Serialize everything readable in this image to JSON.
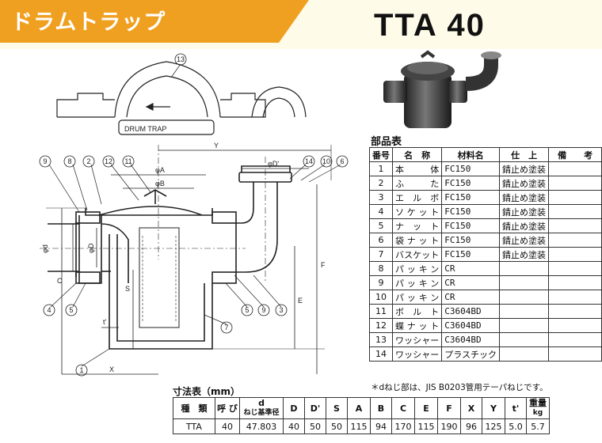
{
  "header": {
    "title": "ドラムトラップ",
    "model": "TTA  40",
    "banner_color": "#f0a020",
    "band_color": "#fffbe9"
  },
  "drawing": {
    "top_label": "DRUM  TRAP",
    "callouts": [
      "13",
      "9",
      "8",
      "2",
      "12",
      "11",
      "14",
      "10",
      "6",
      "4",
      "5",
      "5",
      "9",
      "3",
      "7",
      "1"
    ],
    "dim_labels": {
      "Y": "Y",
      "A": "φA",
      "B": "φB",
      "D_prime": "φD'",
      "d": "φd",
      "D": "φD",
      "C": "C",
      "S": "S",
      "F": "F",
      "E": "E",
      "t_prime": "t'",
      "X": "X"
    }
  },
  "parts": {
    "title": "部品表",
    "headers": [
      "番号",
      "名　称",
      "材料名",
      "仕　上",
      "備　　考"
    ],
    "rows": [
      {
        "no": "1",
        "name": "本　体",
        "material": "FC150",
        "finish": "錆止め塗装",
        "note": ""
      },
      {
        "no": "2",
        "name": "ふ　た",
        "material": "FC150",
        "finish": "錆止め塗装",
        "note": ""
      },
      {
        "no": "3",
        "name": "エルボ",
        "material": "FC150",
        "finish": "錆止め塗装",
        "note": ""
      },
      {
        "no": "4",
        "name": "ソケット",
        "material": "FC150",
        "finish": "錆止め塗装",
        "note": ""
      },
      {
        "no": "5",
        "name": "ナット",
        "material": "FC150",
        "finish": "錆止め塗装",
        "note": ""
      },
      {
        "no": "6",
        "name": "袋ナット",
        "material": "FC150",
        "finish": "錆止め塗装",
        "note": ""
      },
      {
        "no": "7",
        "name": "バスケット",
        "material": "FC150",
        "finish": "錆止め塗装",
        "note": ""
      },
      {
        "no": "8",
        "name": "パッキン",
        "material": "CR",
        "finish": "",
        "note": ""
      },
      {
        "no": "9",
        "name": "パッキン",
        "material": "CR",
        "finish": "",
        "note": ""
      },
      {
        "no": "10",
        "name": "パッキン",
        "material": "CR",
        "finish": "",
        "note": ""
      },
      {
        "no": "11",
        "name": "ボルト",
        "material": "C3604BD",
        "finish": "",
        "note": ""
      },
      {
        "no": "12",
        "name": "蝶ナット",
        "material": "C3604BD",
        "finish": "",
        "note": ""
      },
      {
        "no": "13",
        "name": "ワッシャー",
        "material": "C3604BD",
        "finish": "",
        "note": ""
      },
      {
        "no": "14",
        "name": "ワッシャー",
        "material": "プラスチック",
        "finish": "",
        "note": ""
      }
    ]
  },
  "note": "＊dねじ部は、JIS B0203管用テーパねじです。",
  "dimensions": {
    "title": "寸法表（mm）",
    "headers": [
      "種　類",
      "呼 び",
      "d",
      "D",
      "D'",
      "S",
      "A",
      "B",
      "C",
      "E",
      "F",
      "X",
      "Y",
      "t'",
      "重量"
    ],
    "header_sub": {
      "d": "ねじ基準径",
      "重量": "kg"
    },
    "row": [
      "TTA",
      "40",
      "47.803",
      "40",
      "50",
      "50",
      "115",
      "94",
      "170",
      "115",
      "190",
      "96",
      "125",
      "5.0",
      "5.7"
    ]
  }
}
